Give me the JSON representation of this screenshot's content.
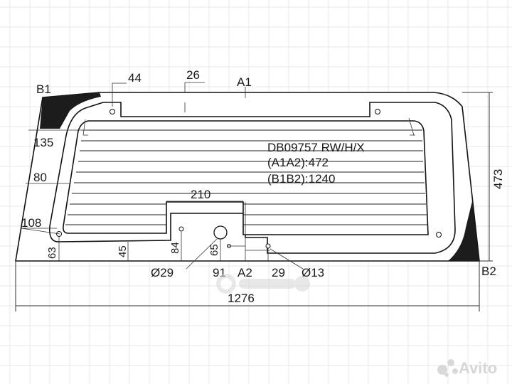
{
  "part": {
    "code": "DB09757 RW/H/X",
    "a1a2": "(A1A2):472",
    "b1b2": "(B1B2):1240"
  },
  "points": {
    "a1": "A1",
    "a2": "A2",
    "b1": "B1",
    "b2": "B2"
  },
  "dimensions": {
    "d44": "44",
    "d26": "26",
    "d135": "135",
    "d80": "80",
    "d108": "108",
    "d63": "63",
    "d45": "45",
    "d84": "84",
    "d65": "65",
    "d210": "210",
    "d473": "473",
    "d1276": "1276",
    "d91": "91",
    "d29": "29",
    "dia29": "Ø29",
    "dia13": "Ø13"
  },
  "watermark": {
    "brand": "Avito"
  },
  "colors": {
    "ceramic": "#1c1c1c",
    "line": "#111111",
    "grid": "#e9e9e9"
  }
}
